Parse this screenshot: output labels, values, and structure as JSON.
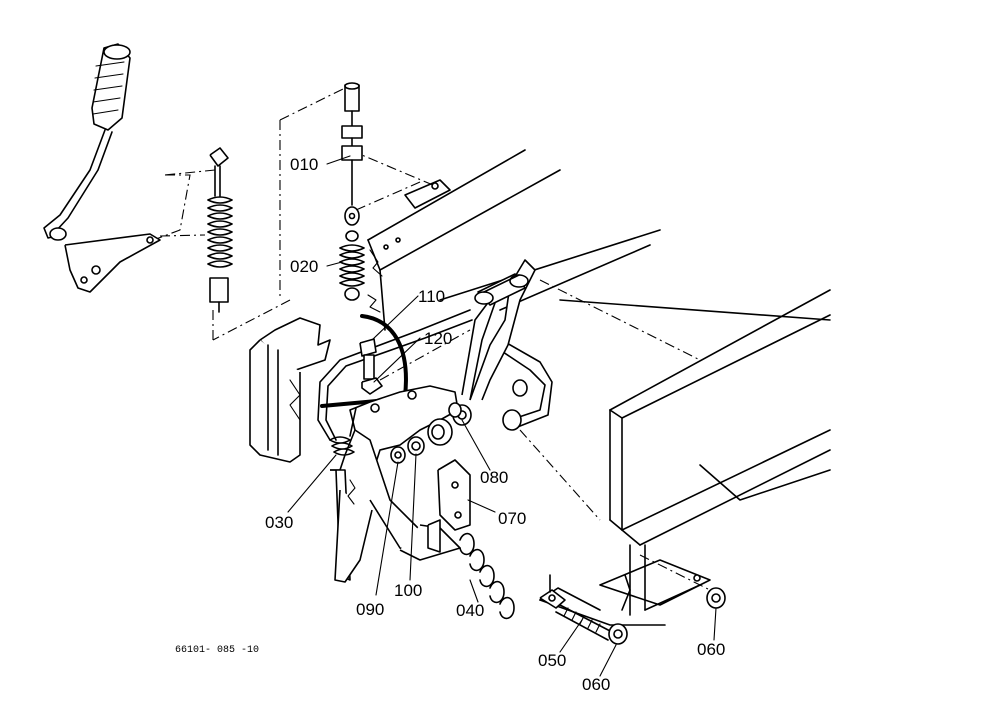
{
  "parts": [
    {
      "id": "p010",
      "number": "010"
    },
    {
      "id": "p020",
      "number": "020"
    },
    {
      "id": "p030",
      "number": "030"
    },
    {
      "id": "p040",
      "number": "040"
    },
    {
      "id": "p050",
      "number": "050"
    },
    {
      "id": "p060a",
      "number": "060"
    },
    {
      "id": "p060b",
      "number": "060"
    },
    {
      "id": "p070",
      "number": "070"
    },
    {
      "id": "p080",
      "number": "080"
    },
    {
      "id": "p090",
      "number": "090"
    },
    {
      "id": "p100",
      "number": "100"
    },
    {
      "id": "p110",
      "number": "110"
    },
    {
      "id": "p120",
      "number": "120"
    }
  ],
  "drawing_code": "66101- 085 -10"
}
